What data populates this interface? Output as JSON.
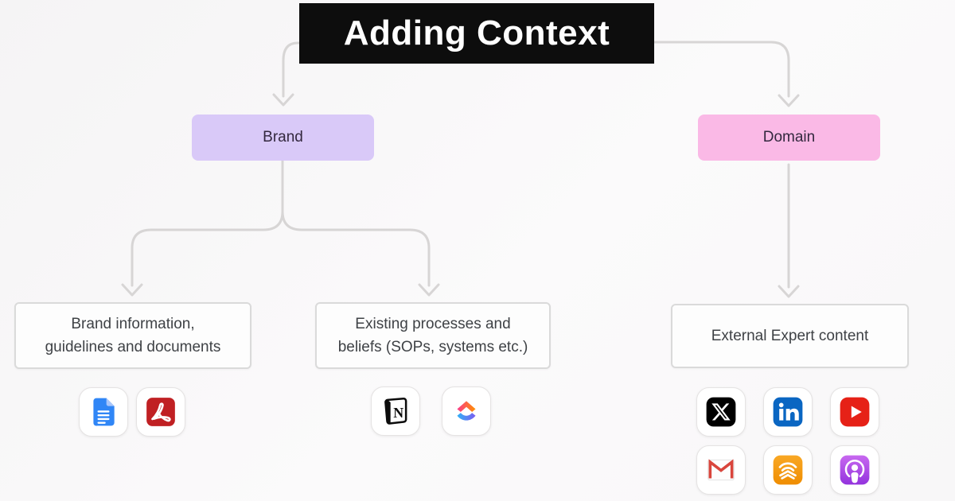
{
  "title": {
    "label": "Adding Context"
  },
  "nodes": {
    "brand": {
      "label": "Brand",
      "bg": "#d9c9f8"
    },
    "domain": {
      "label": "Domain",
      "bg": "#fab9e6"
    }
  },
  "leaves": {
    "brand_info": {
      "line1": "Brand information,",
      "line2": "guidelines and documents"
    },
    "processes": {
      "line1": "Existing processes and",
      "line2": "beliefs (SOPs, systems etc.)"
    },
    "external": {
      "label": "External Expert content"
    }
  },
  "icons": {
    "brand_info": [
      "google-docs-icon",
      "adobe-pdf-icon"
    ],
    "processes": [
      "notion-icon",
      "clickup-icon"
    ],
    "external": [
      "x-icon",
      "linkedin-icon",
      "youtube-icon",
      "gmail-icon",
      "audible-icon",
      "apple-podcasts-icon"
    ]
  },
  "colors": {
    "title_bg": "#0d0d0d",
    "title_text": "#ffffff",
    "brand_bg": "#d9c9f8",
    "domain_bg": "#fab9e6",
    "connector": "#d7d5d5",
    "leaf_bg": "#fdfdfd",
    "leaf_border": "#dadada",
    "google_docs_blue": "#3086f6",
    "adobe_red": "#c02023",
    "linkedin_blue": "#0a66c2",
    "youtube_red": "#e62117",
    "gmail_red": "#d9453c",
    "audible_orange": "#f39a12",
    "podcasts_purple": "#9333dd"
  }
}
